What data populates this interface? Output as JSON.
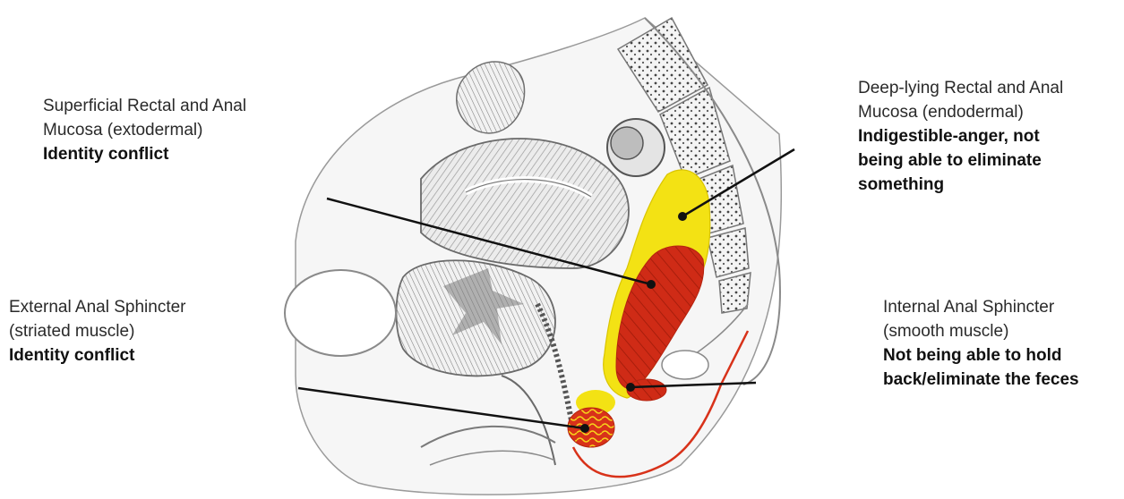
{
  "labels": {
    "superficial_mucosa": {
      "line1": "Superficial Rectal and Anal",
      "line2": "Mucosa (extodermal)",
      "conflict": "Identity conflict"
    },
    "external_sphincter": {
      "line1": "External Anal Sphincter",
      "line2": "(striated muscle)",
      "conflict": "Identity conflict"
    },
    "deep_mucosa": {
      "line1": "Deep-lying Rectal and Anal",
      "line2": "Mucosa (endodermal)",
      "conflict1": "Indigestible-anger, not",
      "conflict2": "being able to eliminate",
      "conflict3": "something"
    },
    "internal_sphincter": {
      "line1": "Internal Anal Sphincter",
      "line2": "(smooth muscle)",
      "conflict1": "Not being able to hold",
      "conflict2": "back/eliminate the feces"
    }
  },
  "colors": {
    "endodermal": "#f3e214",
    "muscle": "#cf2b16",
    "sketch": "#8a8a8a",
    "leader": "#111111"
  }
}
